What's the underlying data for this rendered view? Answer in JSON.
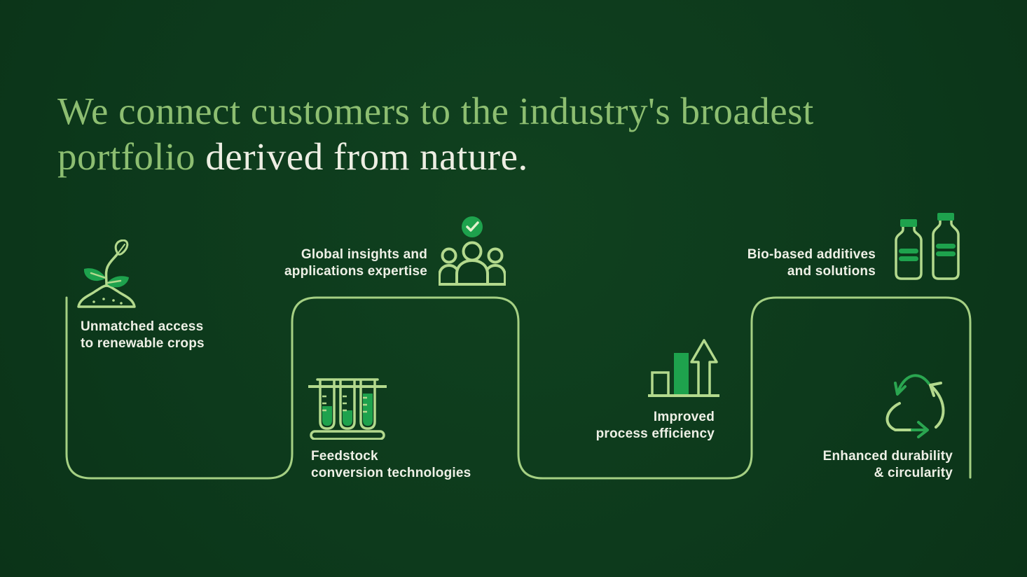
{
  "headline": {
    "line1": "We connect customers to the industry's broadest",
    "line2_green": "portfolio",
    "line2_white": "derived from nature."
  },
  "steps": [
    {
      "id": "renewable-crops",
      "label": "Unmatched access\nto renewable crops",
      "icon": "seedling-icon"
    },
    {
      "id": "global-insights",
      "label": "Global insights and\napplications expertise",
      "icon": "people-check-icon"
    },
    {
      "id": "feedstock",
      "label": "Feedstock\nconversion technologies",
      "icon": "test-tubes-icon"
    },
    {
      "id": "process-efficiency",
      "label": "Improved\nprocess efficiency",
      "icon": "bar-chart-arrow-icon"
    },
    {
      "id": "bio-based",
      "label": "Bio-based additives\nand solutions",
      "icon": "bottles-icon"
    },
    {
      "id": "durability",
      "label": "Enhanced durability\n& circularity",
      "icon": "recycle-icon"
    }
  ],
  "colors": {
    "background": "#0d3a1c",
    "path_light_green": "#a5d083",
    "icon_outline_green": "#b3d98d",
    "accent_fill_green": "#1ea24d",
    "headline_green": "#8dbe71",
    "text_white": "#eef0e6"
  }
}
